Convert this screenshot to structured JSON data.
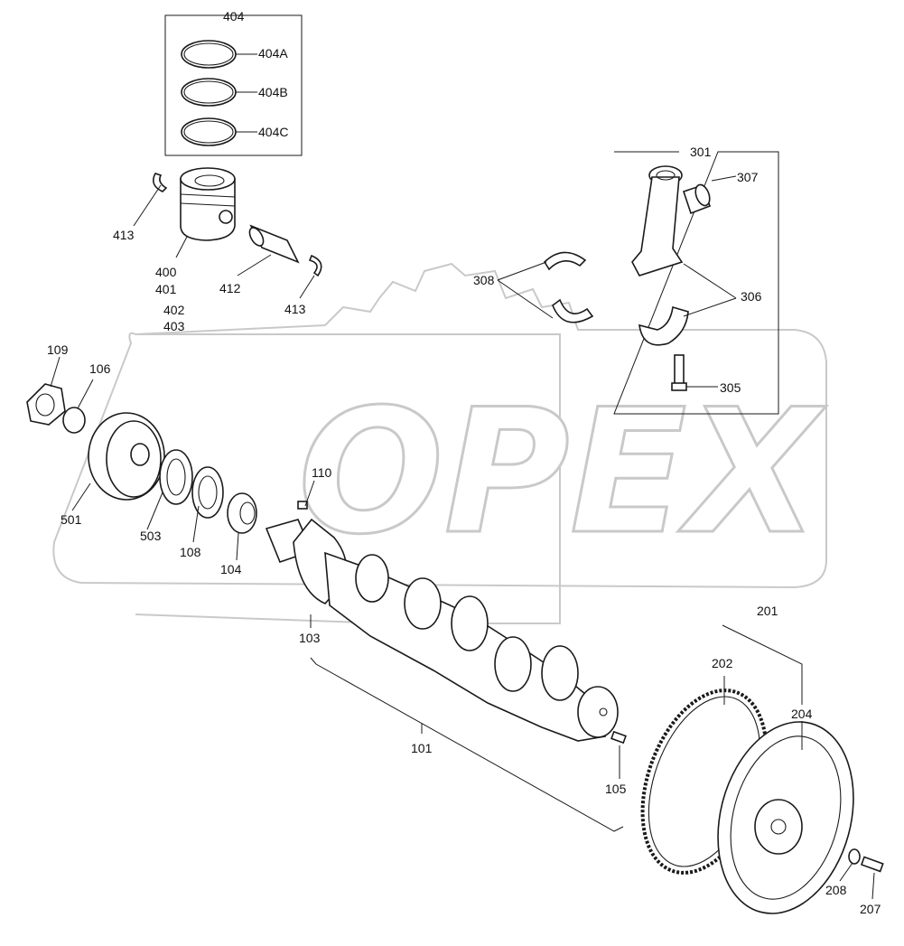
{
  "watermark": {
    "text": "OPEX",
    "color": "#c9c9c9"
  },
  "labels": {
    "l404": "404",
    "l404A": "404A",
    "l404B": "404B",
    "l404C": "404C",
    "l413a": "413",
    "l413b": "413",
    "l400": "400",
    "l401": "401",
    "l402": "402",
    "l403": "403",
    "l412": "412",
    "l301": "301",
    "l307": "307",
    "l308": "308",
    "l306": "306",
    "l305": "305",
    "l109": "109",
    "l106": "106",
    "l501": "501",
    "l503": "503",
    "l108": "108",
    "l104": "104",
    "l110": "110",
    "l103": "103",
    "l101": "101",
    "l105": "105",
    "l201": "201",
    "l202": "202",
    "l204": "204",
    "l208": "208",
    "l207": "207"
  },
  "icons": {
    "piston_rings": "piston-rings-icon",
    "piston": "piston-icon",
    "connecting_rod": "connecting-rod-icon",
    "crankshaft": "crankshaft-icon",
    "pulley": "pulley-icon",
    "flywheel": "flywheel-icon"
  }
}
